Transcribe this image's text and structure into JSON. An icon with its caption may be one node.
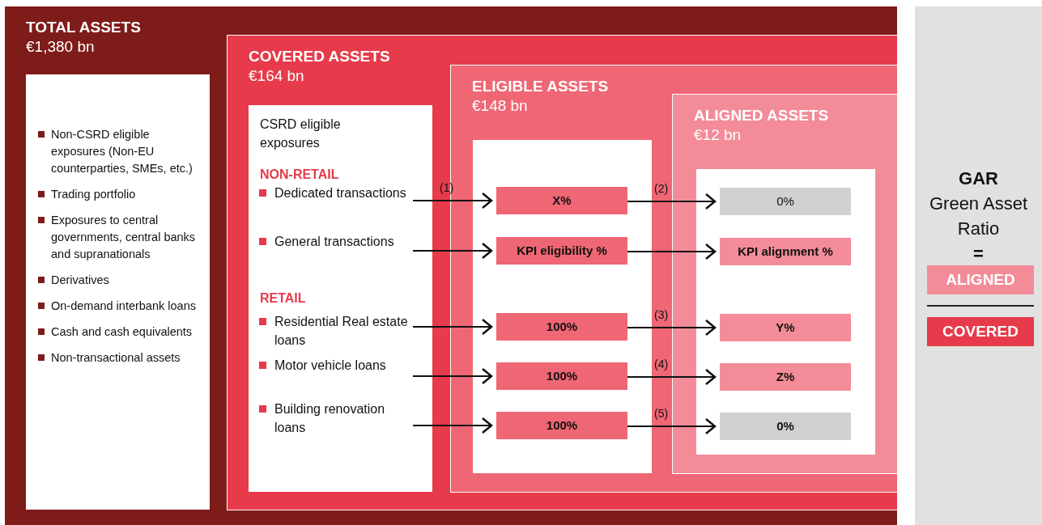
{
  "diagram": {
    "nodes": [
      {
        "text": [
          "TOTAL ASSETS",
          "€1,380 bn"
        ]
      },
      {
        "text": [
          "Non-CSRD eligible exposures (Non-EU counterparties, SMEs, etc.)",
          "Trading portfolio",
          "Exposures to central governments, central banks and supranationals",
          "Derivatives",
          "On-demand interbank loans",
          "Cash and cash equivalents",
          "Non-transactional assets"
        ],
        "in": 0
      },
      {
        "text": [
          "COVERED ASSETS",
          "€164 bn"
        ],
        "in": 0
      },
      {
        "text": [
          "CSRD eligible exposures",
          "NON-RETAIL",
          "RETAIL"
        ],
        "in": 2
      },
      {
        "text": [
          "ELIGIBLE ASSETS",
          "€148 bn"
        ],
        "in": 2
      },
      {
        "text": [],
        "shape": "box",
        "in": 4
      },
      {
        "text": [
          "ALIGNED ASSETS",
          "€12 bn"
        ],
        "in": 4
      },
      {
        "text": [],
        "shape": "box",
        "in": 6
      },
      {
        "text": [
          "Dedicated transactions"
        ],
        "in": 3
      },
      {
        "text": [
          "General transactions"
        ],
        "in": 3
      },
      {
        "text": [
          "Residential Real estate loans"
        ],
        "in": 3
      },
      {
        "text": [
          "Motor vehicle loans"
        ],
        "in": 3
      },
      {
        "text": [
          "Building renovation loans"
        ],
        "in": 3
      },
      {
        "text": [
          "X%"
        ],
        "in": 5
      },
      {
        "text": [
          "KPI eligibility %"
        ],
        "in": 5
      },
      {
        "text": [
          "100%"
        ],
        "in": 5
      },
      {
        "text": [
          "100%"
        ],
        "in": 5
      },
      {
        "text": [
          "100%"
        ],
        "in": 5
      },
      {
        "text": [
          "0%"
        ],
        "in": 7
      },
      {
        "text": [
          "KPI alignment %"
        ],
        "in": 7
      },
      {
        "text": [
          "Y%"
        ],
        "in": 7
      },
      {
        "text": [
          "Z%"
        ],
        "in": 7
      },
      {
        "text": [
          "0%"
        ],
        "in": 7
      },
      {
        "text": [
          "GAR",
          "Green Asset Ratio",
          "="
        ]
      },
      {
        "text": [
          "ALIGNED"
        ],
        "in": 23
      },
      {
        "text": [
          "COVERED"
        ],
        "in": 23
      }
    ],
    "edges": [
      {
        "from": 8,
        "to": 13,
        "arrow": "to",
        "label": "(1)"
      },
      {
        "from": 9,
        "to": 14,
        "arrow": "to"
      },
      {
        "from": 10,
        "to": 15,
        "arrow": "to"
      },
      {
        "from": 11,
        "to": 16,
        "arrow": "to"
      },
      {
        "from": 12,
        "to": 17,
        "arrow": "to"
      },
      {
        "from": 13,
        "to": 18,
        "arrow": "to",
        "label": "(2)"
      },
      {
        "from": 14,
        "to": 19,
        "arrow": "to"
      },
      {
        "from": 15,
        "to": 20,
        "arrow": "to",
        "label": "(3)"
      },
      {
        "from": 16,
        "to": 21,
        "arrow": "to",
        "label": "(4)"
      },
      {
        "from": 17,
        "to": 22,
        "arrow": "to",
        "label": "(5)"
      }
    ]
  }
}
